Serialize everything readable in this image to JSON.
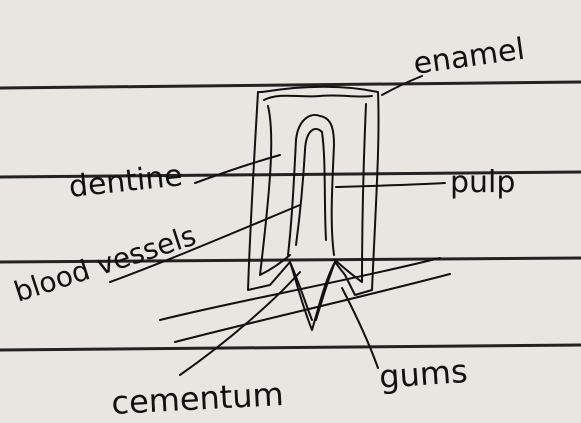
{
  "colors": {
    "paper": "#e9e6e1",
    "rule_line": "#222222",
    "ink": "#111111"
  },
  "diagram": {
    "labels": {
      "enamel": "enamel",
      "dentine": "dentine",
      "pulp": "pulp",
      "blood_vessels": "blood vessels",
      "cementum": "cementum",
      "gums": "gums"
    }
  }
}
